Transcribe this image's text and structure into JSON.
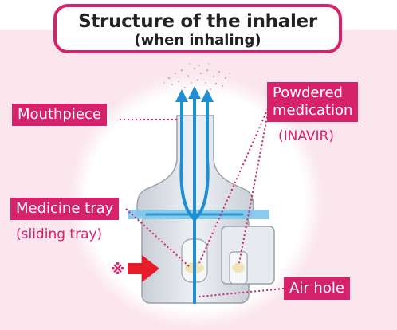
{
  "title": {
    "main": "Structure of the inhaler",
    "sub": "(when inhaling)"
  },
  "labels": {
    "mouthpiece": "Mouthpiece",
    "powdered_line1": "Powdered",
    "powdered_line2": "medication",
    "inavir": "(INAVIR)",
    "medicine_tray": "Medicine tray",
    "sliding_tray": "(sliding tray)",
    "air_hole": "Air hole",
    "note_mark": "※"
  },
  "colors": {
    "accent": "#d6226a",
    "airflow": "#1f8fd1",
    "background": "#fbe6ee"
  }
}
